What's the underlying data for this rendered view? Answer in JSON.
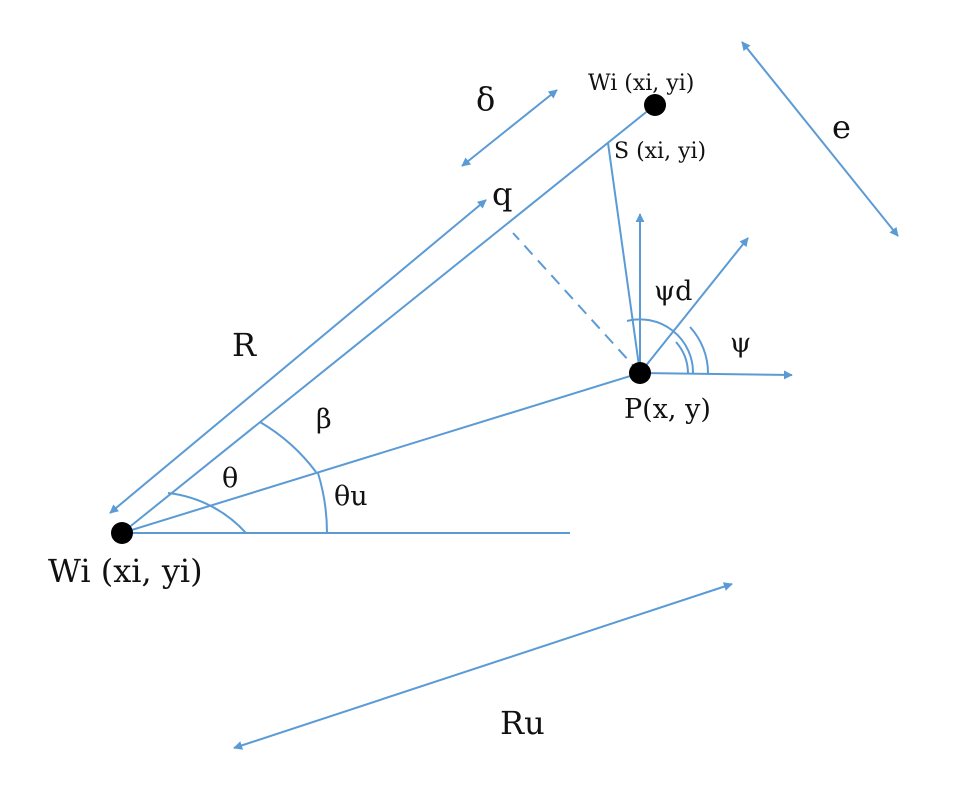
{
  "labels": {
    "wi_start": "Wi (xi, yi)",
    "wi_end": "Wi (xi, yi)",
    "s_point": "S (xi, yi)",
    "p_point": "P(x, y)",
    "r": "R",
    "ru": "Ru",
    "q": "q",
    "delta": "δ",
    "e": "e",
    "theta": "θ",
    "theta_u": "θu",
    "beta": "β",
    "psi": "ψ",
    "psi_d": "ψd"
  },
  "colors": {
    "line": "#5b9bd5",
    "point": "#000000",
    "text": "#111111"
  }
}
